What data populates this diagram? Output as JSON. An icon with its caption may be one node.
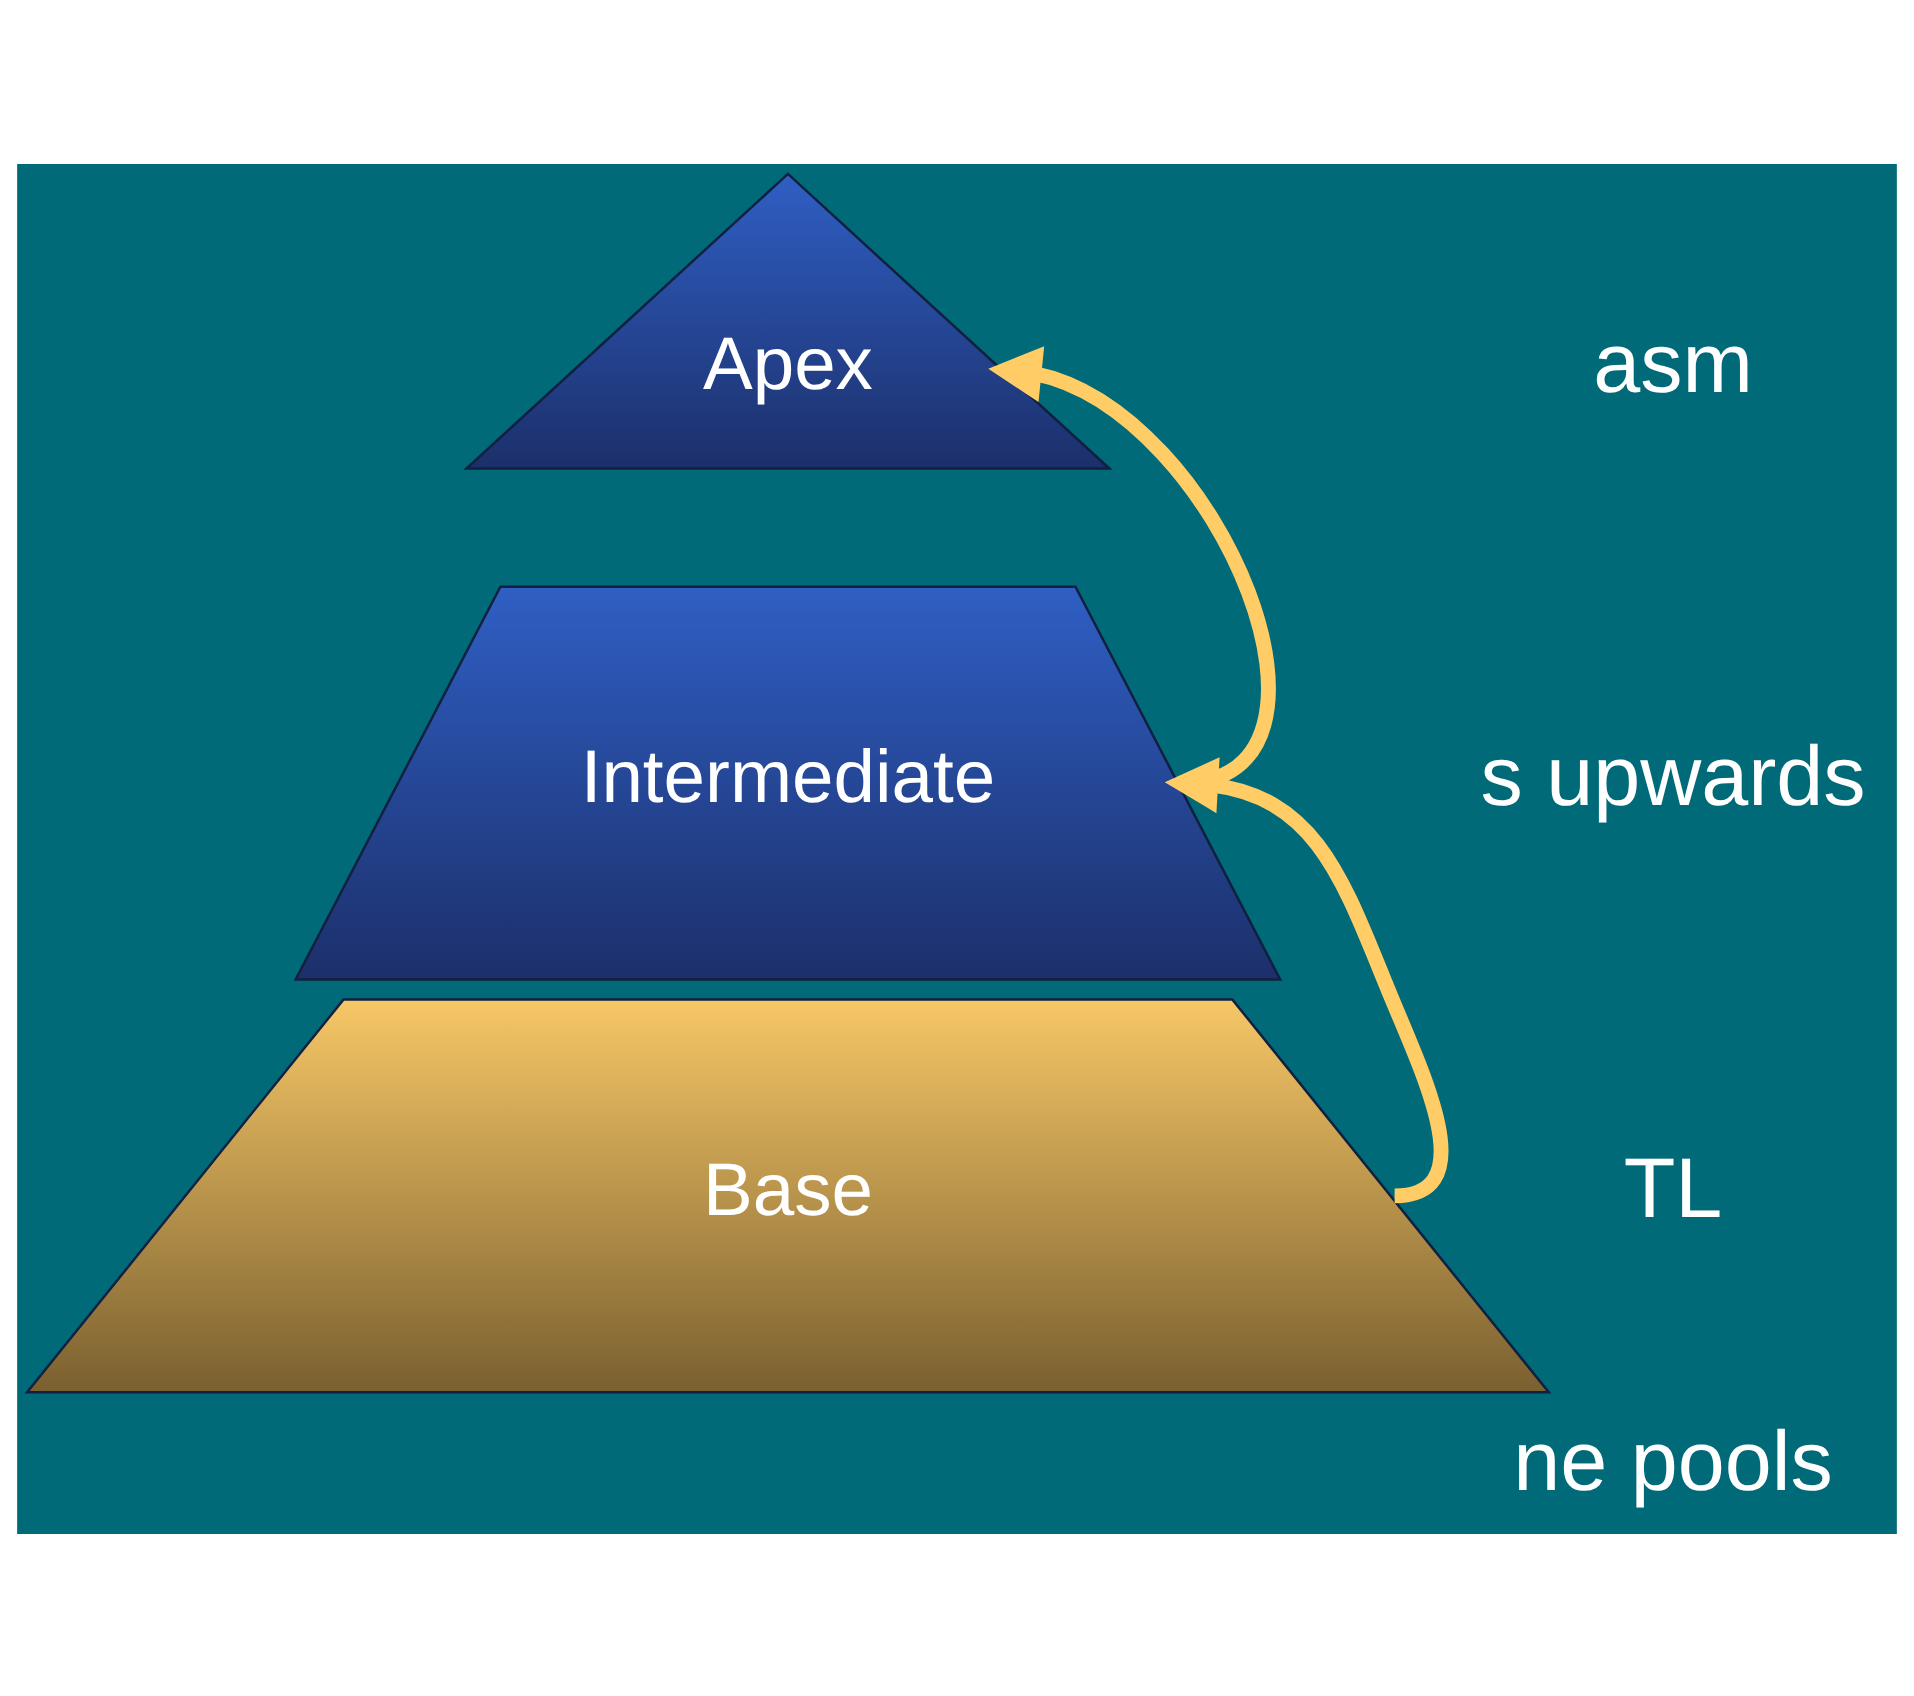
{
  "diagram": {
    "nodes": [
      {
        "text": [
          "Apex"
        ]
      },
      {
        "text": [
          "Intermediate"
        ]
      },
      {
        "text": [
          "Base"
        ]
      }
    ],
    "edges": [
      {
        "from": 2,
        "to": 1,
        "arrow": "to",
        "color": "#ffcc66"
      },
      {
        "from": 1,
        "to": 0,
        "arrow": "to",
        "color": "#ffcc66"
      }
    ],
    "labels": [
      "asm",
      "s upwards",
      "TL",
      "ne pools"
    ]
  }
}
